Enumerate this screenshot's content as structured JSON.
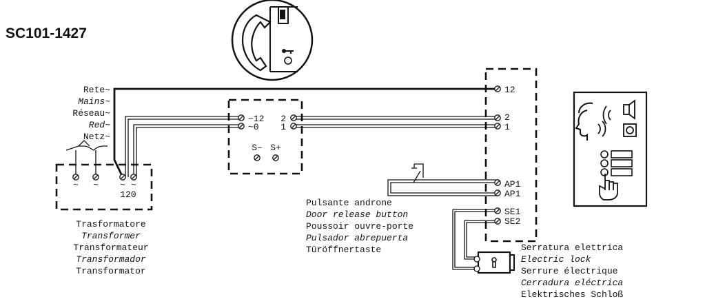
{
  "title": "SC101-1427",
  "mains": {
    "lines": [
      {
        "text": "Rete~",
        "italic": false
      },
      {
        "text": "Mains~",
        "italic": true
      },
      {
        "text": "Réseau~",
        "italic": false
      },
      {
        "text": "Red~",
        "italic": true
      },
      {
        "text": "Netz~",
        "italic": false
      }
    ]
  },
  "transformer": {
    "tilde": "~",
    "output_label": "120",
    "lines": [
      {
        "text": "Trasformatore",
        "italic": false
      },
      {
        "text": "Transformer",
        "italic": true
      },
      {
        "text": "Transformateur",
        "italic": false
      },
      {
        "text": "Transformador",
        "italic": true
      },
      {
        "text": "Transformator",
        "italic": false
      }
    ]
  },
  "power_unit": {
    "t_in_12": "~12",
    "t_in_0": "~0",
    "t_out_2": "2",
    "t_out_1": "1",
    "t_s_minus": "S–",
    "t_s_plus": "S+"
  },
  "handset": {
    "t_12": "12",
    "t_2": "2",
    "t_1": "1",
    "t_ap1_a": "AP1",
    "t_ap1_b": "AP1",
    "t_se1": "SE1",
    "t_se2": "SE2"
  },
  "door_button": {
    "lines": [
      {
        "text": "Pulsante androne",
        "italic": false
      },
      {
        "text": "Door release button",
        "italic": true
      },
      {
        "text": "Poussoir ouvre-porte",
        "italic": false
      },
      {
        "text": "Pulsador abrepuerta",
        "italic": true
      },
      {
        "text": "Türöffnertaste",
        "italic": false
      }
    ]
  },
  "lock": {
    "lines": [
      {
        "text": "Serratura elettrica",
        "italic": false
      },
      {
        "text": "Electric lock",
        "italic": true
      },
      {
        "text": "Serrure électrique",
        "italic": false
      },
      {
        "text": "Cerradura eléctrica",
        "italic": true
      },
      {
        "text": "Elektrisches Schloß",
        "italic": false
      }
    ]
  },
  "colors": {
    "ink": "#111111",
    "background": "#ffffff"
  },
  "icons": [
    "telephone-handset-icon",
    "door-panel-icon",
    "key-icon",
    "speaking-face-icon",
    "speaker-icon",
    "camera-icon",
    "call-buttons-icon",
    "pressing-hand-icon",
    "electric-lock-icon"
  ]
}
